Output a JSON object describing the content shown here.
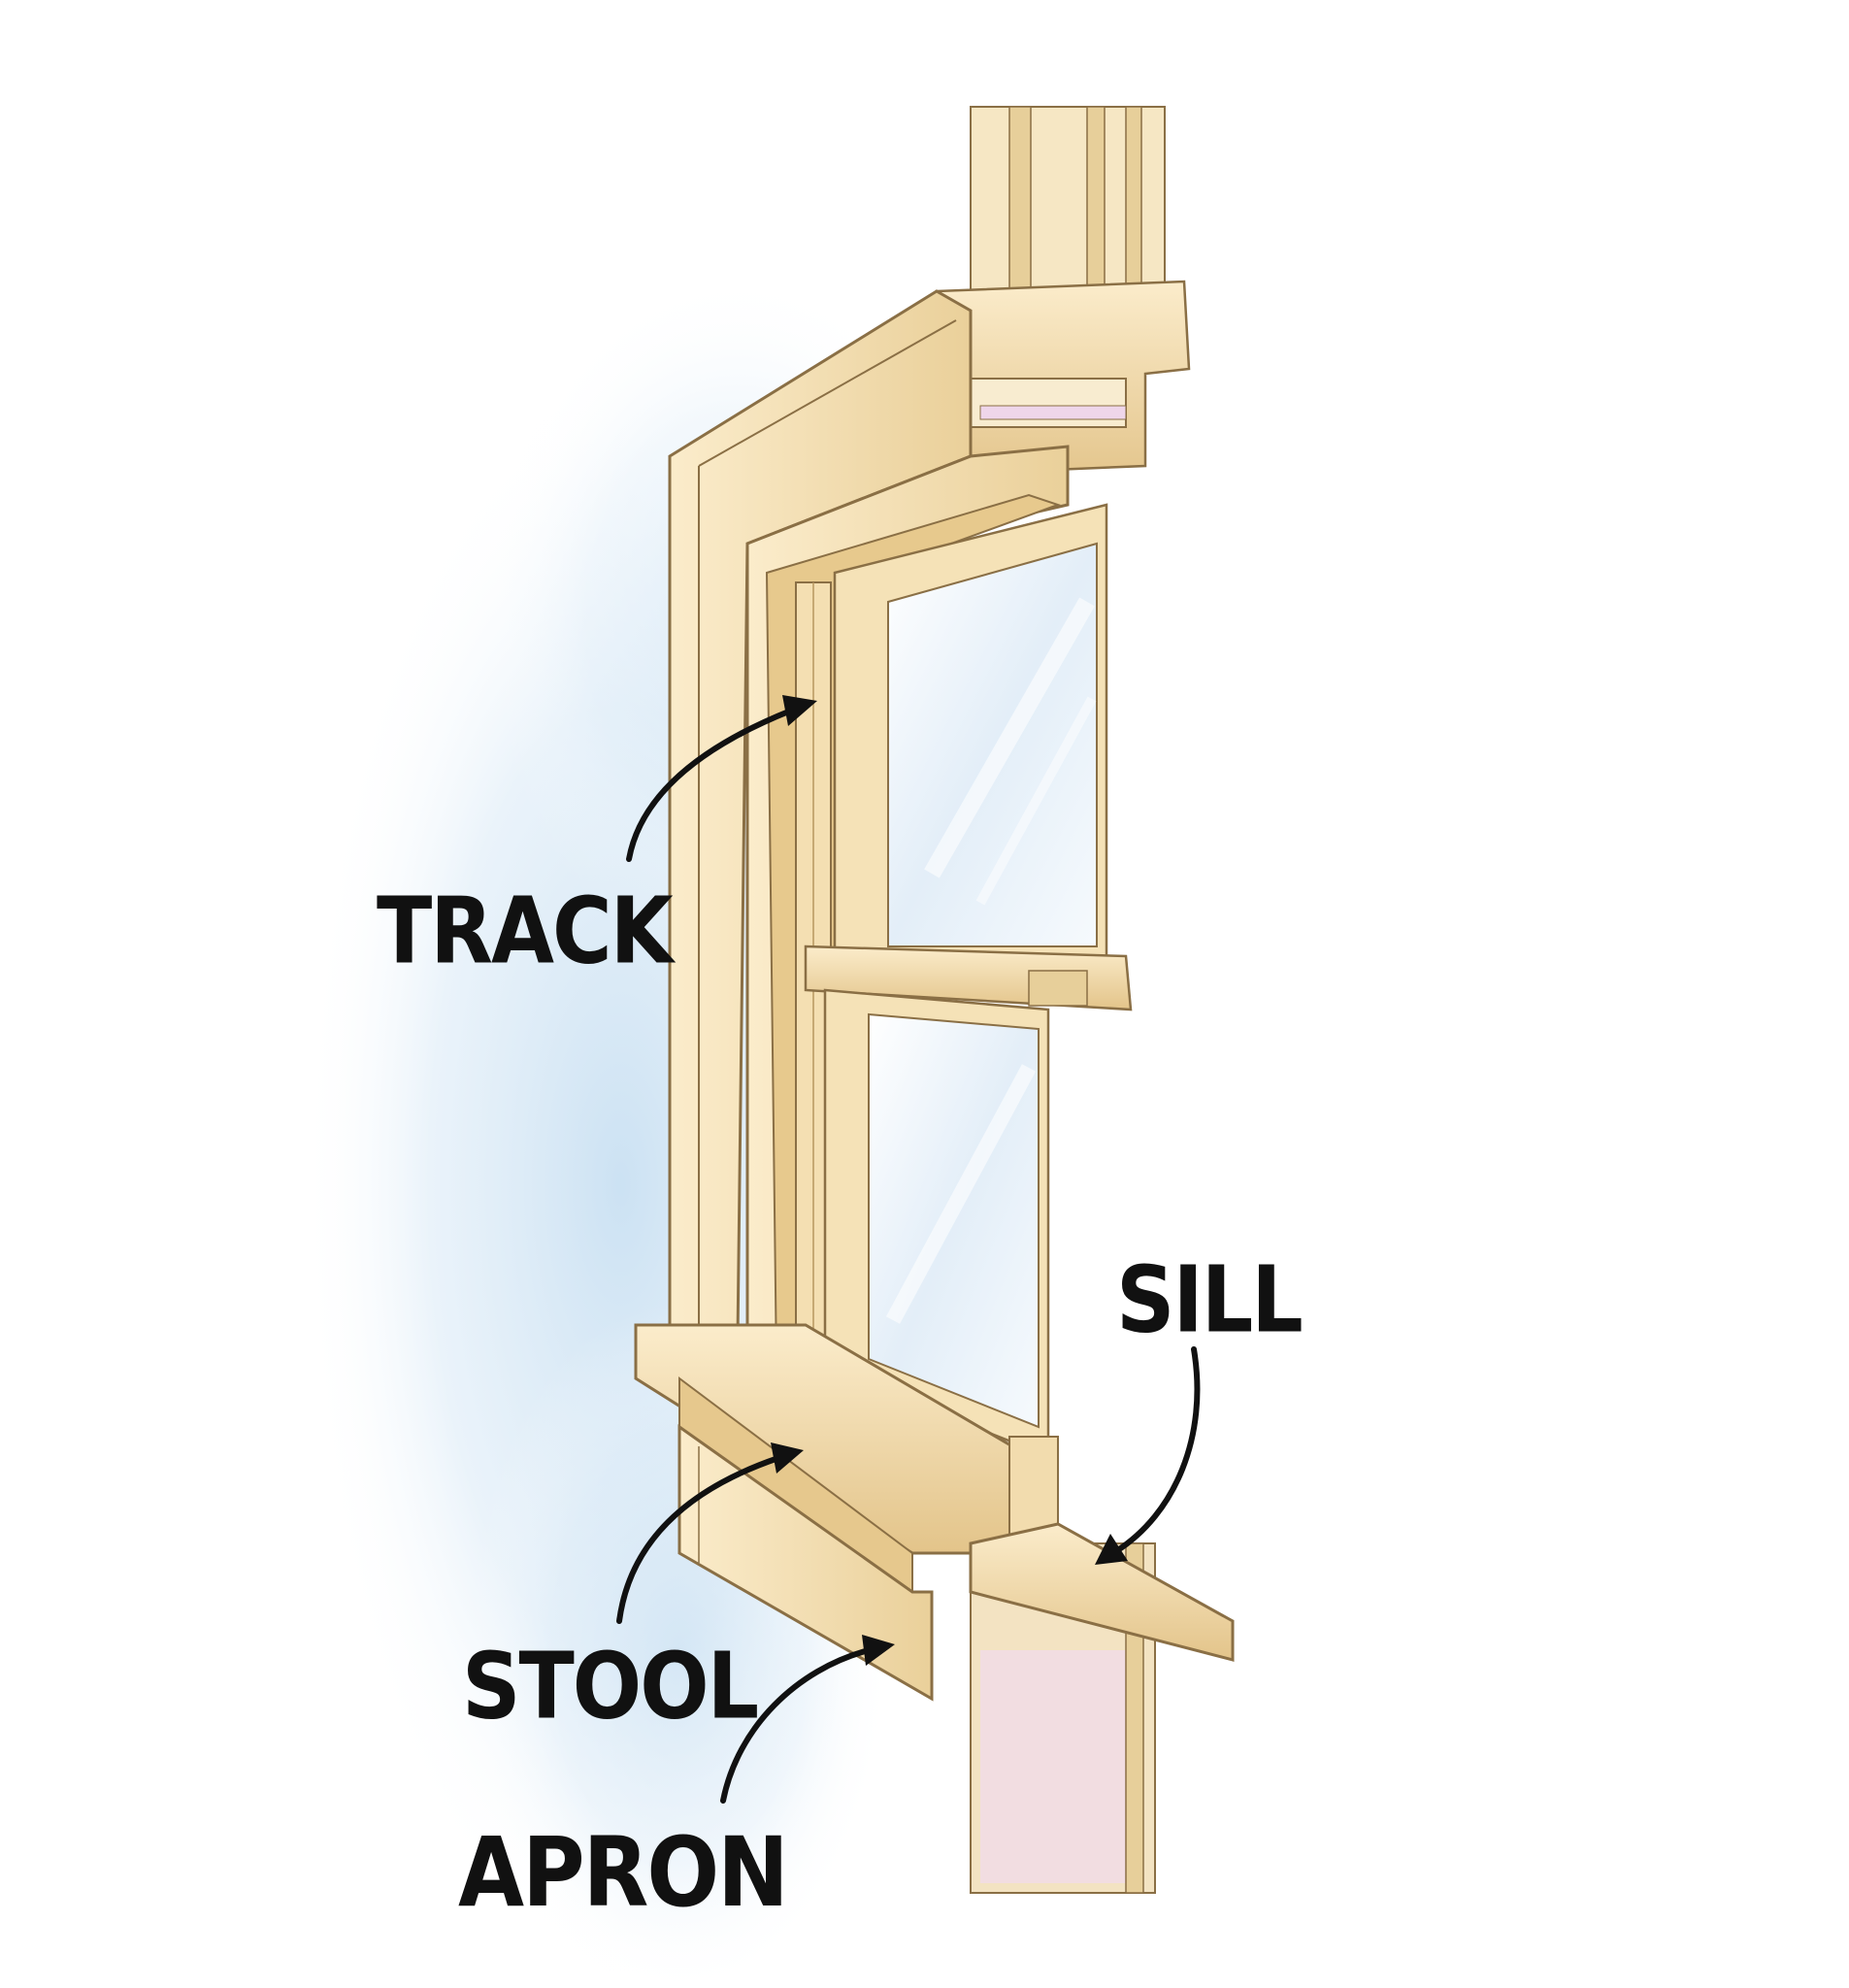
{
  "diagram": {
    "labels": {
      "track": "TRACK",
      "sill": "SILL",
      "stool": "STOOL",
      "apron": "APRON"
    },
    "colors": {
      "wood_light": "#f7e6bf",
      "wood_mid": "#ecd29c",
      "wood_dark": "#d9b574",
      "outline": "#8a6f45",
      "glass": "#eaf3fb",
      "wall_tint": "#cfe3f3",
      "ink": "#111111"
    }
  }
}
